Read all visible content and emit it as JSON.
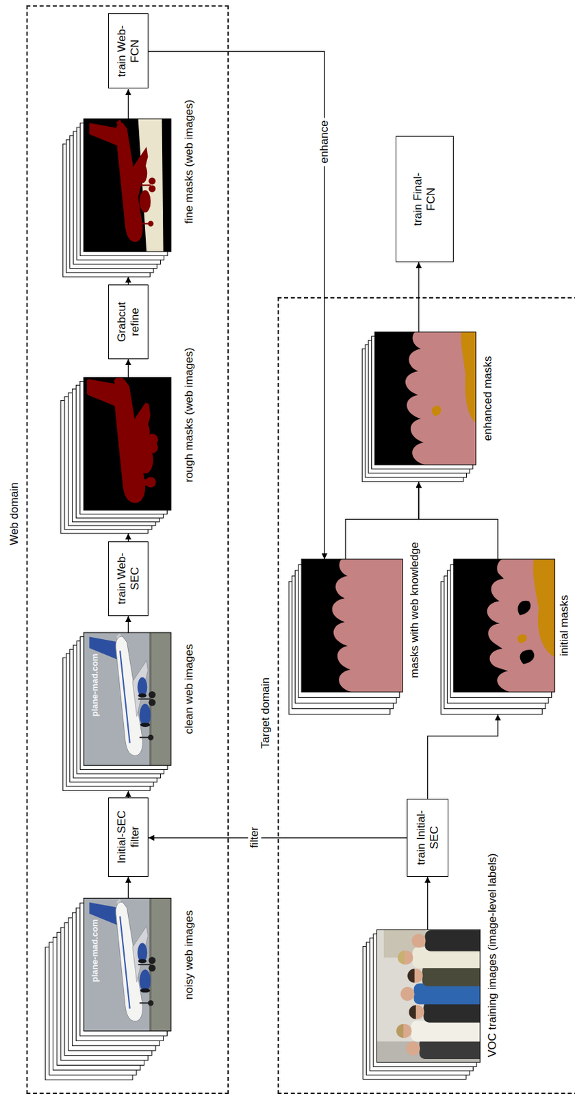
{
  "diagram": {
    "nodes": [
      {
        "text": [
          "Web domain"
        ]
      },
      {
        "text": [
          "noisy web images"
        ],
        "in": 0
      },
      {
        "text": [
          "Initial-SEC filter"
        ],
        "in": 0
      },
      {
        "text": [
          "clean web images"
        ],
        "in": 0
      },
      {
        "text": [
          "train Web-SEC"
        ],
        "in": 0
      },
      {
        "text": [
          "rough masks (web images)"
        ],
        "in": 0
      },
      {
        "text": [
          "Grabcut refine"
        ],
        "in": 0
      },
      {
        "text": [
          "fine masks (web images)"
        ],
        "in": 0
      },
      {
        "text": [
          "train Web-FCN"
        ],
        "in": 0
      },
      {
        "text": [
          "Target domain"
        ]
      },
      {
        "text": [
          "VOC training images (image-level labels)"
        ],
        "in": 9
      },
      {
        "text": [
          "train Initial-SEC"
        ],
        "in": 9
      },
      {
        "text": [
          "masks with web knowledge"
        ],
        "in": 9
      },
      {
        "text": [
          "initial masks"
        ],
        "in": 9
      },
      {
        "text": [
          "enhanced masks"
        ],
        "in": 9
      },
      {
        "text": [
          "train Final-FCN"
        ]
      }
    ],
    "edges": [
      {
        "from": 1,
        "to": 2,
        "arrow": "to"
      },
      {
        "from": 2,
        "to": 3,
        "arrow": "to"
      },
      {
        "from": 3,
        "to": 4,
        "arrow": "to"
      },
      {
        "from": 4,
        "to": 5,
        "arrow": "to"
      },
      {
        "from": 5,
        "to": 6,
        "arrow": "to"
      },
      {
        "from": 6,
        "to": 7,
        "arrow": "to"
      },
      {
        "from": 7,
        "to": 8,
        "arrow": "to"
      },
      {
        "from": 8,
        "to": 12,
        "label": "enhance",
        "arrow": "to"
      },
      {
        "from": 11,
        "to": 2,
        "label": "filter",
        "arrow": "to"
      },
      {
        "from": 10,
        "to": 11,
        "arrow": "to"
      },
      {
        "from": 11,
        "to": 13,
        "arrow": "to"
      },
      {
        "from": 12,
        "to": 14,
        "arrow": "to"
      },
      {
        "from": 13,
        "to": 14,
        "arrow": "to"
      },
      {
        "from": 14,
        "to": 15,
        "arrow": "to"
      }
    ],
    "labels": [
      "plane-mad.com",
      "plane-mad.com"
    ]
  }
}
